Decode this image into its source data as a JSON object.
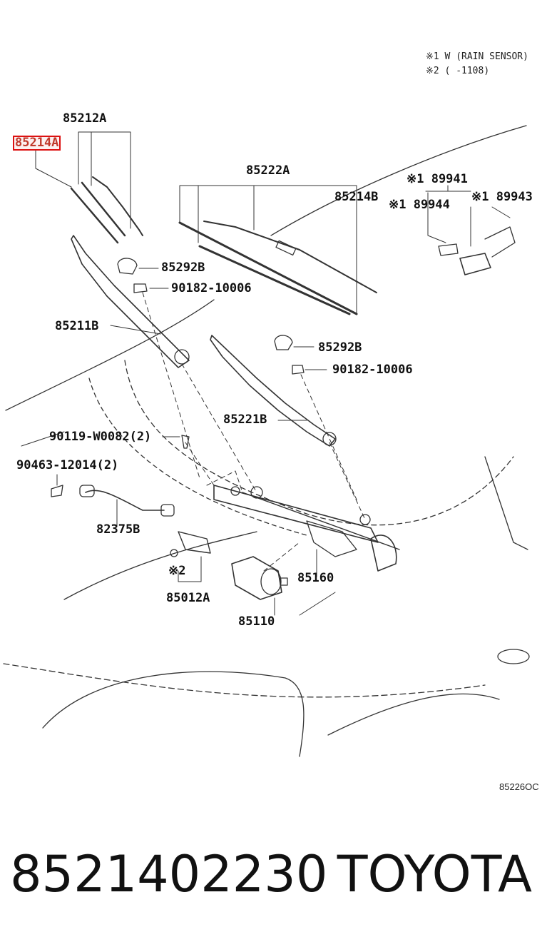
{
  "notes": {
    "note1": "※1 W (RAIN SENSOR)",
    "note2": "※2 (      -1108)"
  },
  "callouts": {
    "c85212A": "85212A",
    "c85214A": "85214A",
    "c85222A": "85222A",
    "c85214B": "85214B",
    "c89941": "※1 89941",
    "c89944": "※1 89944",
    "c89943": "※1 89943",
    "c85292B_1": "85292B",
    "c90182_1": "90182-10006",
    "c85211B": "85211B",
    "c85292B_2": "85292B",
    "c90182_2": "90182-10006",
    "c85221B": "85221B",
    "c90119": "90119-W0082(2)",
    "c90463": "90463-12014(2)",
    "c82375B": "82375B",
    "c_note2": "※2",
    "c85012A": "85012A",
    "c85160": "85160",
    "c85110": "85110"
  },
  "highlighted_part": "85214A",
  "illustration_code": "85226OC",
  "footer": {
    "part_number": "8521402230",
    "brand": "TOYOTA"
  }
}
